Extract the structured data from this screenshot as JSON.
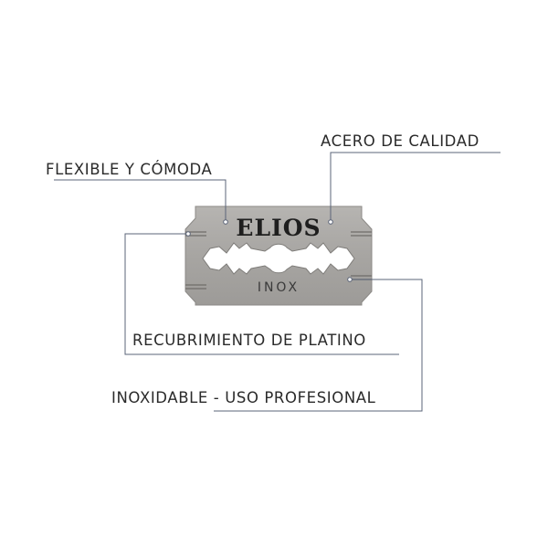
{
  "blade": {
    "brand": "ELIOS",
    "material": "INOX"
  },
  "callouts": {
    "acero": "ACERO DE CALIDAD",
    "flexible": "FLEXIBLE Y CÓMODA",
    "recubrimiento": "RECUBRIMIENTO DE PLATINO",
    "inoxidable": "INOXIDABLE - USO PROFESIONAL"
  },
  "colors": {
    "blade_fill": "#a9a7a4",
    "blade_edge": "#8c8a87",
    "leader_line": "#5b6478",
    "text": "#2a2a2a"
  }
}
